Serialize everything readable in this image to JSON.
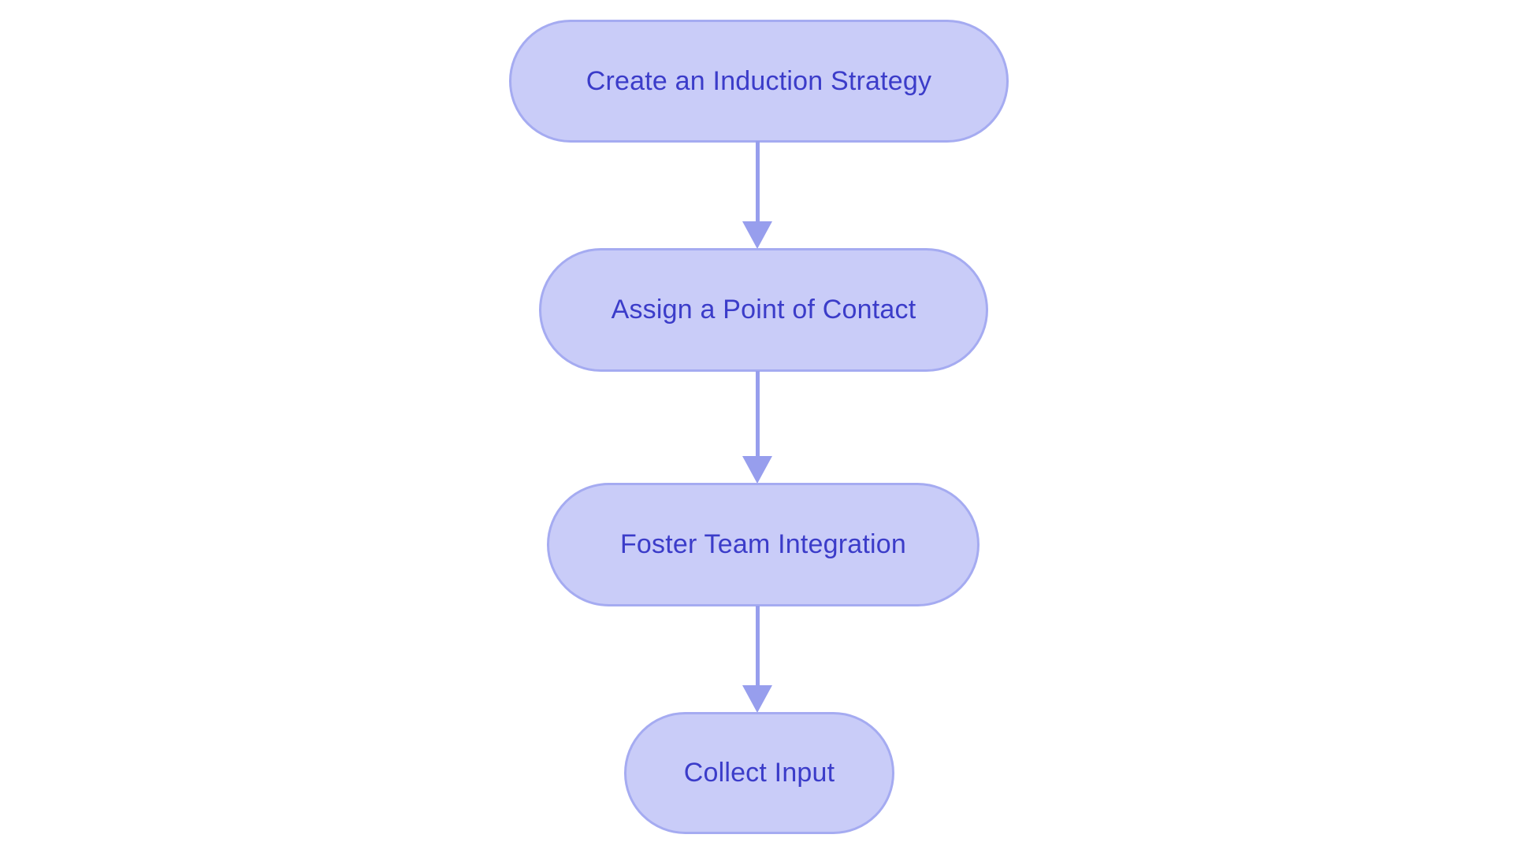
{
  "diagram": {
    "type": "flowchart",
    "direction": "top-down",
    "colors": {
      "background": "#ffffff",
      "node_fill": "#c9ccf8",
      "node_border": "#a5abf1",
      "text_color": "#3b3cc9",
      "arrow_color": "#979eed"
    },
    "nodes": [
      {
        "id": "step-1",
        "label": "Create an Induction Strategy",
        "shape": "stadium"
      },
      {
        "id": "step-2",
        "label": "Assign a Point of Contact",
        "shape": "stadium"
      },
      {
        "id": "step-3",
        "label": "Foster Team Integration",
        "shape": "stadium"
      },
      {
        "id": "step-4",
        "label": "Collect Input",
        "shape": "stadium"
      }
    ],
    "edges": [
      {
        "from": "step-1",
        "to": "step-2",
        "style": "arrow-down"
      },
      {
        "from": "step-2",
        "to": "step-3",
        "style": "arrow-down"
      },
      {
        "from": "step-3",
        "to": "step-4",
        "style": "arrow-down"
      }
    ]
  }
}
